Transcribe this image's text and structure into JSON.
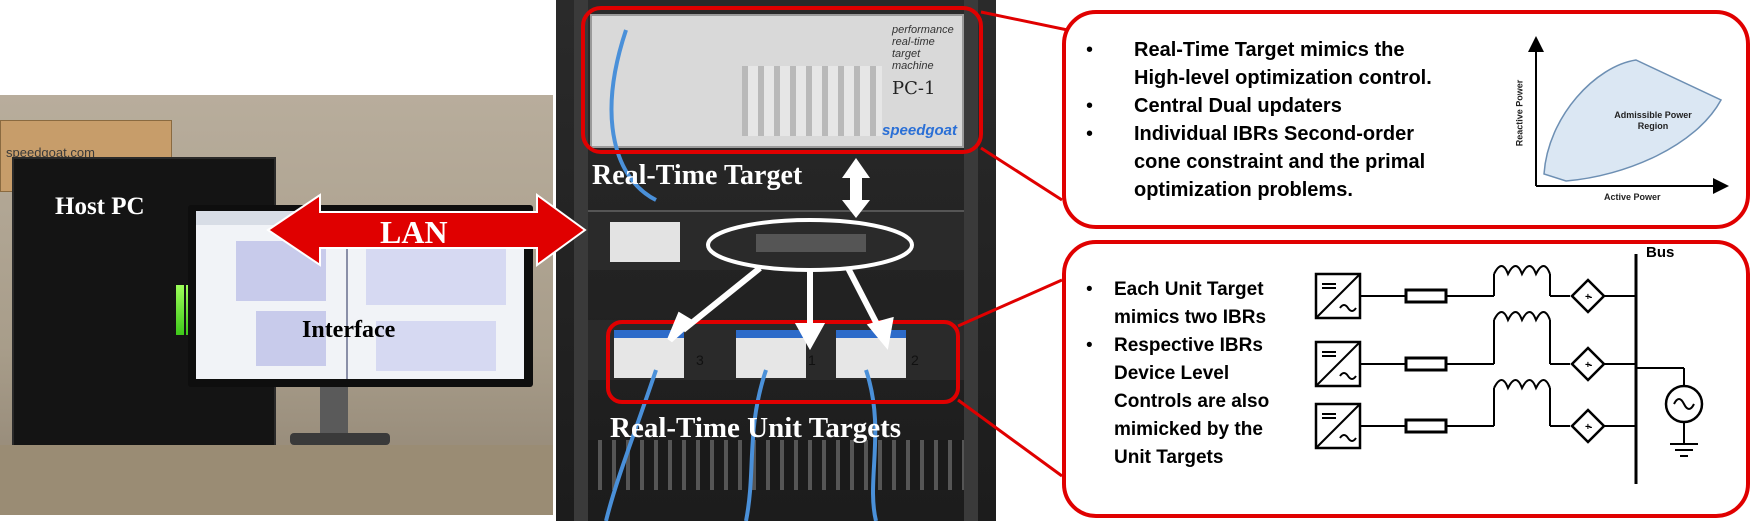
{
  "labels": {
    "host_pc": "Host PC",
    "lan": "LAN",
    "interface": "Interface",
    "rt_target": "Real-Time Target",
    "rt_unit_targets": "Real-Time Unit Targets"
  },
  "photo_text": {
    "box_brand": "speedgoat.com",
    "chassis_brand": "speedgoat",
    "chassis_slogan": [
      "performance",
      "real-time",
      "target",
      "machine"
    ],
    "handwritten_label": "PC-1",
    "unit_labels": [
      "3",
      "1",
      "2"
    ]
  },
  "top_callout": {
    "bullets": [
      "Real-Time Target mimics the High-level optimization control.",
      "Central Dual updaters",
      "Individual IBRs Second-order cone constraint and the primal optimization problems."
    ],
    "inset": {
      "region_label": "Admissible Power Region",
      "x_label": "Active Power",
      "y_label": "Reactive Power"
    }
  },
  "bottom_callout": {
    "bullets": [
      "Each Unit Target mimics two IBRs",
      "Respective IBRs Device Level Controls are also mimicked by the Unit Targets"
    ],
    "bus_label": "Bus"
  },
  "colors": {
    "accent_red": "#e00000",
    "region_fill": "#dbe7f3"
  }
}
